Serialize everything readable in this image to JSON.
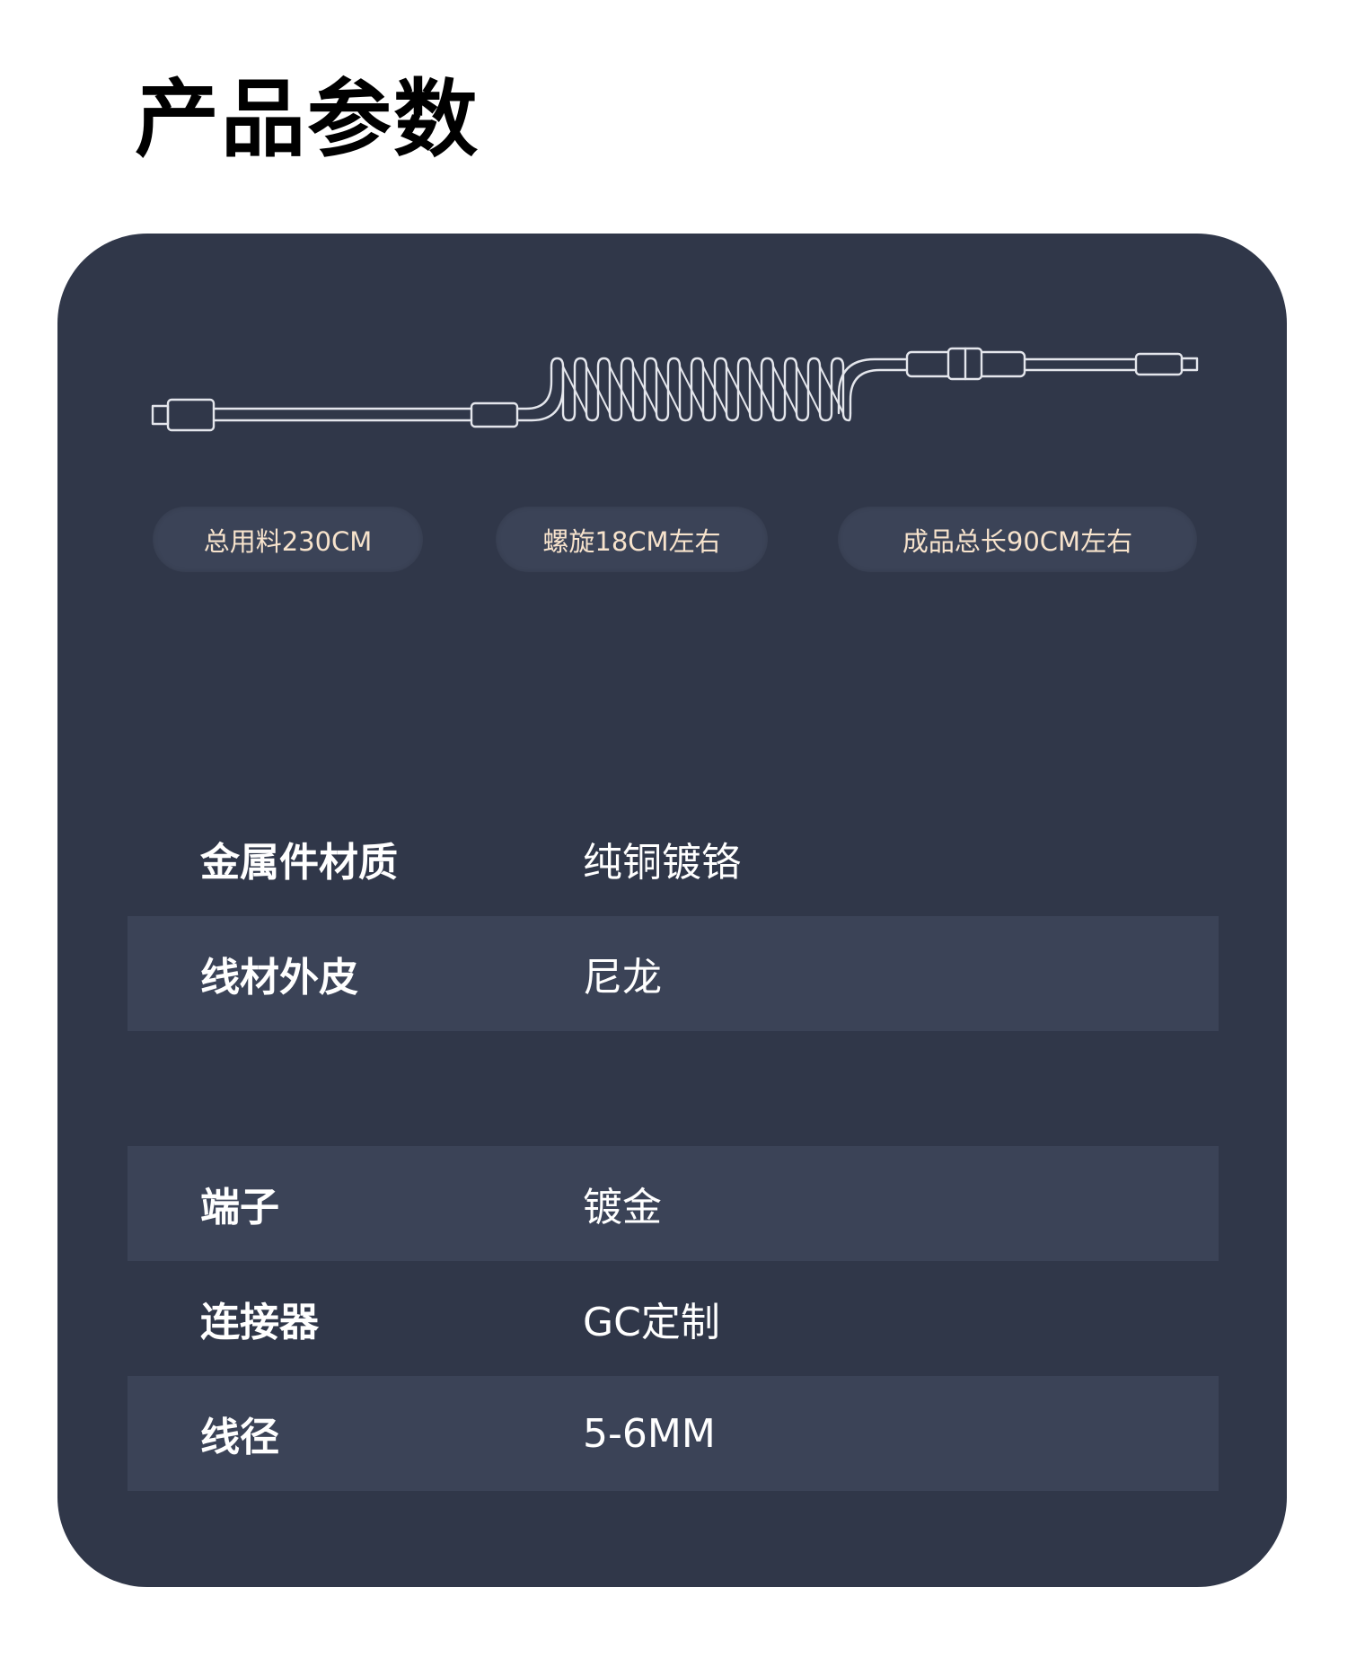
{
  "page": {
    "title": "产品参数"
  },
  "colors": {
    "card_bg": "#303749",
    "row_shaded_bg": "#3b4357",
    "pill_text": "#f7e3cc",
    "cable_stroke": "#e4e6ec"
  },
  "cable_illustration": {
    "icon": "coiled-cable-diagram",
    "coil_loops": 12
  },
  "pills": [
    {
      "label": "总用料230CM"
    },
    {
      "label": "螺旋18CM左右"
    },
    {
      "label": "成品总长90CM左右"
    }
  ],
  "specs": [
    {
      "label": "金属件材质",
      "value": "纯铜镀铬",
      "shaded": false
    },
    {
      "label": "线材外皮",
      "value": "尼龙",
      "shaded": true
    },
    {
      "label": "端子",
      "value": "镀金",
      "shaded": true
    },
    {
      "label": "连接器",
      "value": "GC定制",
      "shaded": false
    },
    {
      "label": "线径",
      "value": "5-6MM",
      "shaded": true
    }
  ]
}
